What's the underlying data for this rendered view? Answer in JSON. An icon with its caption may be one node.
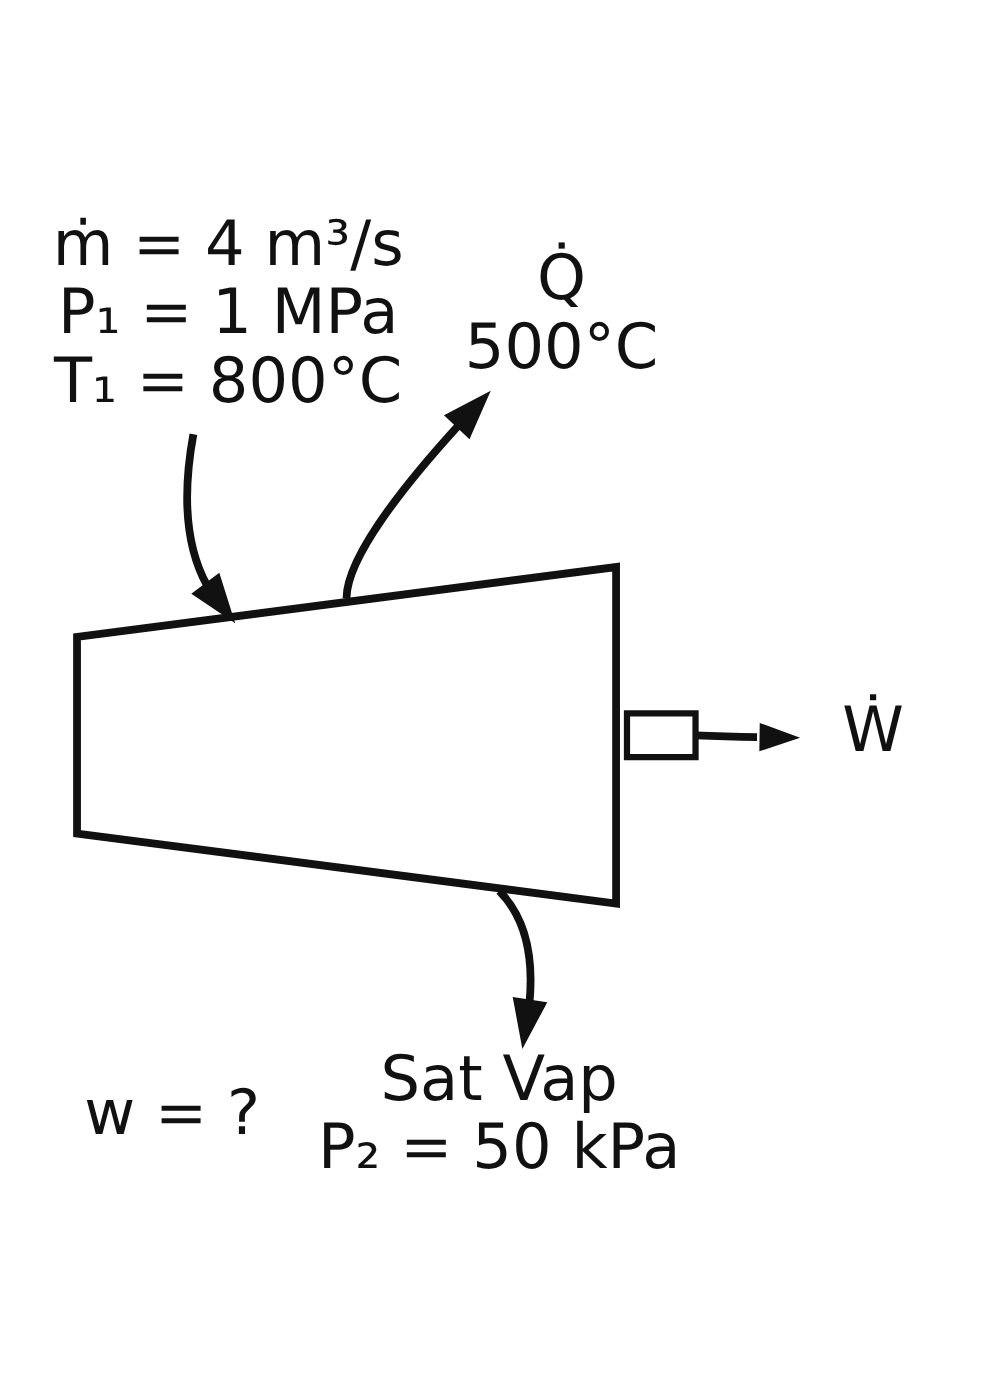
{
  "diagram": {
    "nodes": [
      {
        "text": [
          "ṁ = 4 m³/s",
          "P₁ = 1 MPa",
          "T₁ = 800°C"
        ]
      },
      {
        "text": [],
        "shape": "trapezoid"
      },
      {
        "text": [
          "Q̇",
          "500°C"
        ]
      },
      {
        "text": [],
        "shape": "box"
      },
      {
        "text": [
          "Ẇ"
        ]
      },
      {
        "text": [
          "Sat Vap",
          "P₂ = 50 kPa"
        ]
      }
    ],
    "edges": [
      {
        "from": 0,
        "to": 1,
        "arrow": "to"
      },
      {
        "from": 1,
        "to": 2,
        "arrow": "to"
      },
      {
        "from": 3,
        "to": 4,
        "arrow": "to"
      },
      {
        "from": 1,
        "to": 5,
        "arrow": "to"
      }
    ],
    "labels": [
      "w = ?"
    ]
  }
}
